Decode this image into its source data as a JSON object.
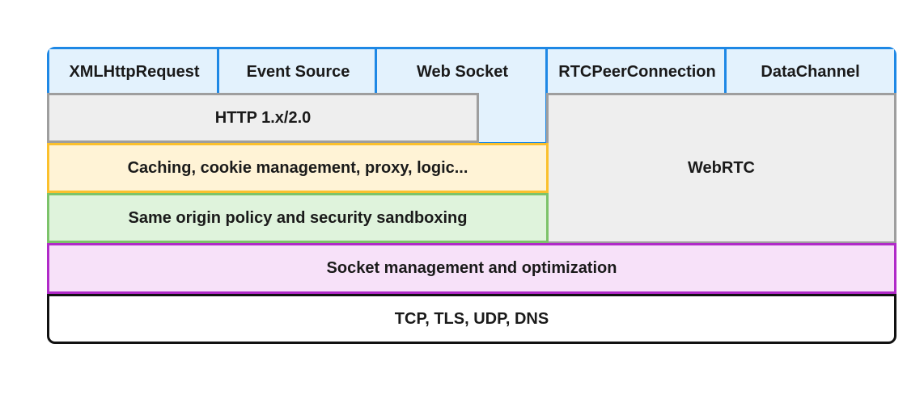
{
  "apis": [
    {
      "label": "XMLHttpRequest"
    },
    {
      "label": "Event Source"
    },
    {
      "label": "Web Socket"
    },
    {
      "label": "RTCPeerConnection"
    },
    {
      "label": "DataChannel"
    }
  ],
  "layers": {
    "http": "HTTP 1.x/2.0",
    "webrtc": "WebRTC",
    "caching": "Caching, cookie management, proxy, logic...",
    "same_origin": "Same origin policy and security sandboxing",
    "socket": "Socket management and optimization",
    "transport": "TCP, TLS, UDP, DNS"
  },
  "colors": {
    "api_border": "#1e88e5",
    "api_fill": "#e3f2fd",
    "http_border": "#9e9e9e",
    "caching_border": "#fbc02d",
    "same_origin_border": "#7cc36a",
    "socket_border": "#b02ac8",
    "transport_border": "#111111"
  }
}
